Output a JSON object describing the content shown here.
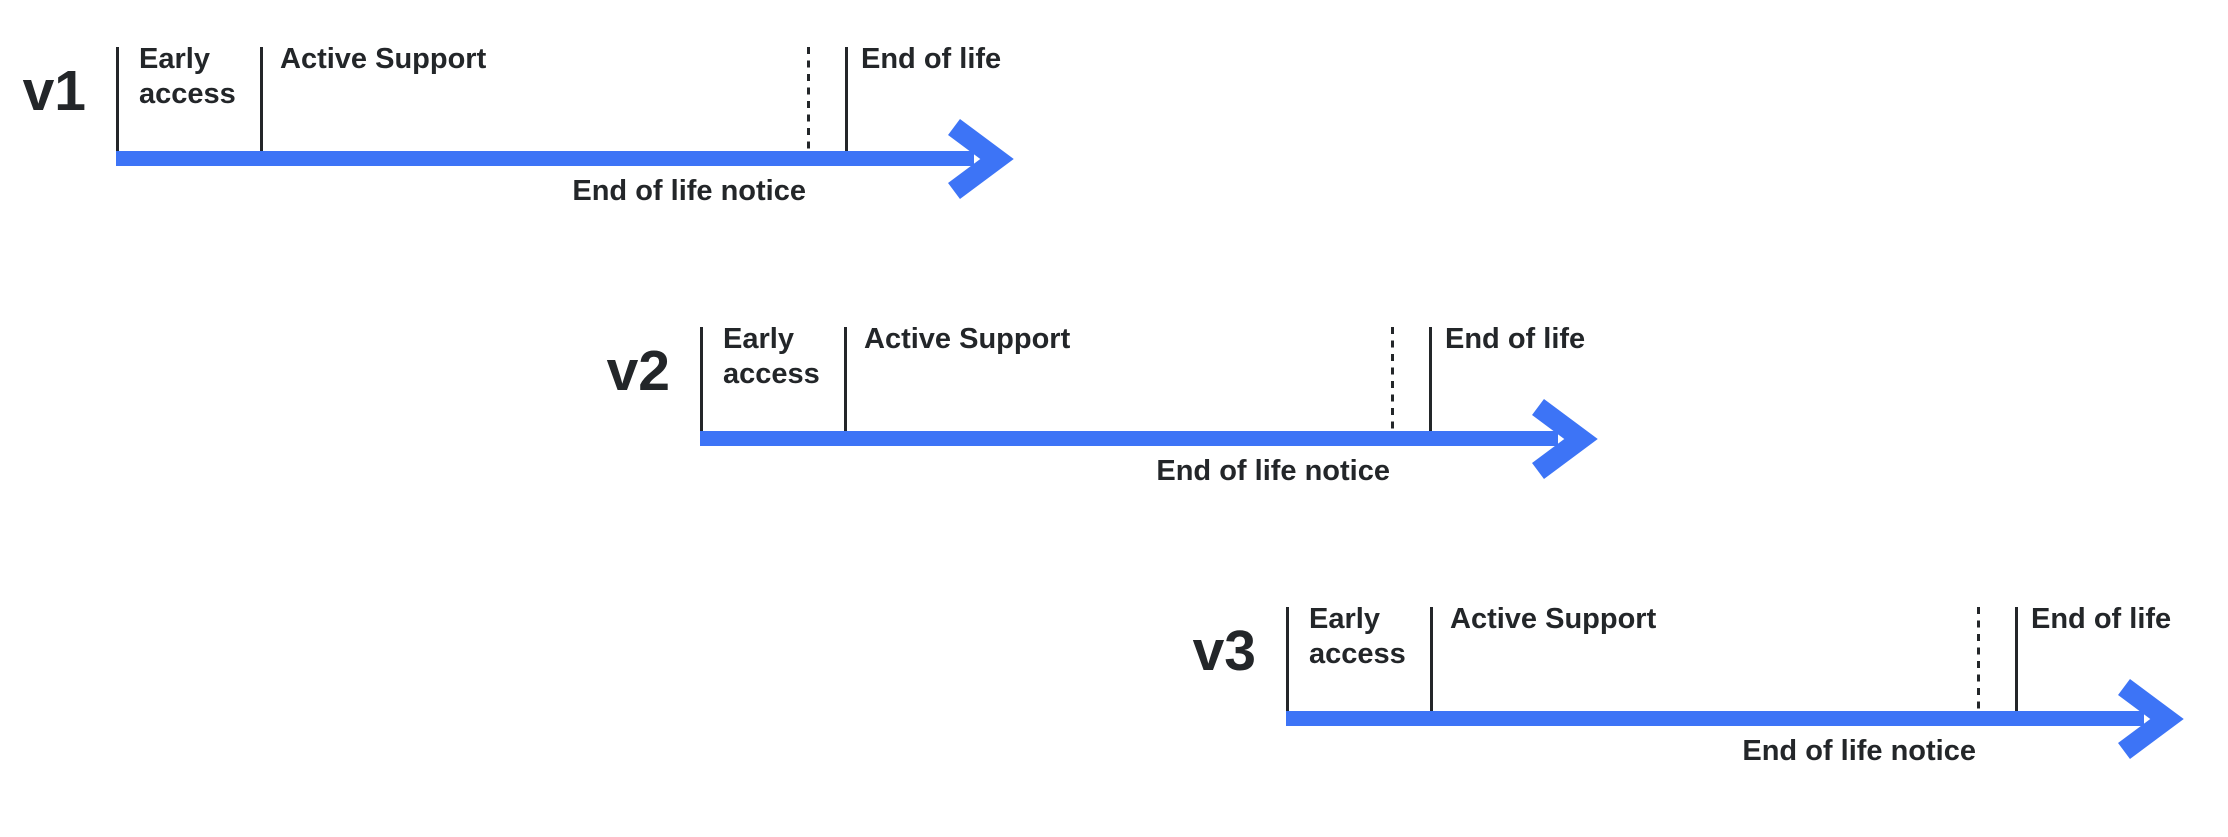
{
  "diagram": {
    "colors": {
      "arrow": "#3D74F6",
      "line": "#232629",
      "text": "#232629",
      "background": "#FFFFFF"
    },
    "timelines": [
      {
        "version": "v1",
        "phases": [
          "Early access",
          "Active Support",
          "End of life"
        ],
        "notice": "End of life notice"
      },
      {
        "version": "v2",
        "phases": [
          "Early access",
          "Active Support",
          "End of life"
        ],
        "notice": "End of life notice"
      },
      {
        "version": "v3",
        "phases": [
          "Early access",
          "Active Support",
          "End of life"
        ],
        "notice": "End of life notice"
      }
    ]
  }
}
